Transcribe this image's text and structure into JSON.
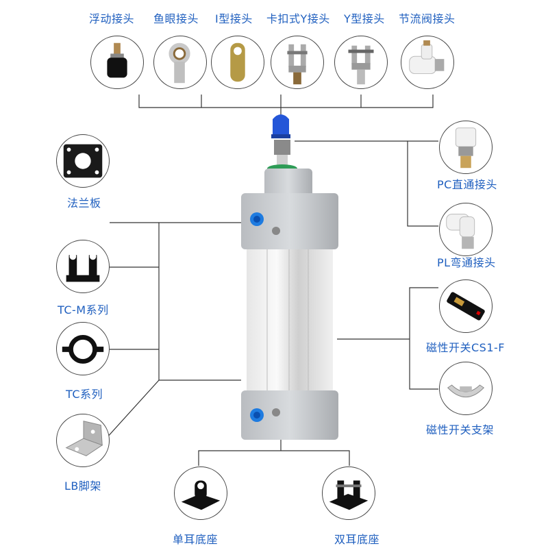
{
  "accent_color": "#1f5fbf",
  "top_accessories": [
    "浮动接头",
    "鱼眼接头",
    "I型接头",
    "卡扣式Y接头",
    "Y型接头",
    "节流阀接头"
  ],
  "left_accessories": [
    "法兰板",
    "TC-M系列",
    "TC系列",
    "LB脚架"
  ],
  "right_accessories": [
    "PC直通接头",
    "PL弯通接头",
    "磁性开关CS1-F",
    "磁性开关支架"
  ],
  "bottom_accessories": [
    "单耳底座",
    "双耳底座"
  ]
}
